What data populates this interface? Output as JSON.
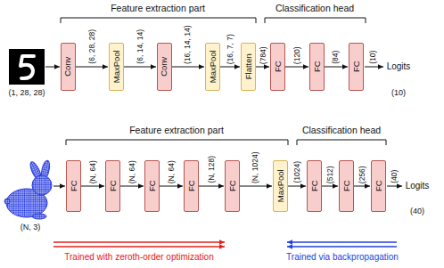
{
  "diagram": {
    "nodes": [
      {
        "text": [
          "Conv"
        ]
      },
      {
        "text": [
          "MaxPool"
        ]
      },
      {
        "text": [
          "Conv"
        ]
      },
      {
        "text": [
          "MaxPool"
        ]
      },
      {
        "text": [
          "Flatten"
        ]
      },
      {
        "text": [
          "FC"
        ]
      },
      {
        "text": [
          "FC"
        ]
      },
      {
        "text": [
          "FC"
        ]
      },
      {
        "text": [
          "FC"
        ]
      },
      {
        "text": [
          "FC"
        ]
      },
      {
        "text": [
          "FC"
        ]
      },
      {
        "text": [
          "FC"
        ]
      },
      {
        "text": [
          "FC"
        ]
      },
      {
        "text": [
          "MaxPool"
        ]
      },
      {
        "text": [
          "FC"
        ]
      },
      {
        "text": [
          "FC"
        ]
      },
      {
        "text": [
          "FC"
        ]
      }
    ],
    "edges": [
      {
        "from": 0,
        "to": 1,
        "arrow": "to",
        "label": "(6, 28, 28)"
      },
      {
        "from": 1,
        "to": 2,
        "arrow": "to",
        "label": "(6, 14, 14)"
      },
      {
        "from": 2,
        "to": 3,
        "arrow": "to",
        "label": "(16, 14, 14)"
      },
      {
        "from": 3,
        "to": 4,
        "arrow": "to",
        "label": "(16, 7, 7)"
      },
      {
        "from": 4,
        "to": 5,
        "arrow": "to",
        "label": "(784)"
      },
      {
        "from": 5,
        "to": 6,
        "arrow": "to",
        "label": "(120)"
      },
      {
        "from": 6,
        "to": 7,
        "arrow": "to",
        "label": "(84)"
      },
      {
        "from": 8,
        "to": 9,
        "arrow": "to",
        "label": "(N, 64)"
      },
      {
        "from": 9,
        "to": 10,
        "arrow": "to",
        "label": "(N, 64)"
      },
      {
        "from": 10,
        "to": 11,
        "arrow": "to",
        "label": "(N, 64)"
      },
      {
        "from": 11,
        "to": 12,
        "arrow": "to",
        "label": "(N, 128)"
      },
      {
        "from": 12,
        "to": 13,
        "arrow": "to",
        "label": "(N, 1024)"
      },
      {
        "from": 13,
        "to": 14,
        "arrow": "to",
        "label": "(1024)"
      },
      {
        "from": 14,
        "to": 15,
        "arrow": "to",
        "label": "(512)"
      },
      {
        "from": 15,
        "to": 16,
        "arrow": "to",
        "label": "(256)"
      }
    ],
    "labels": [
      "Feature extraction part",
      "Classification head",
      "(1, 28, 28)",
      "(10)",
      "Logits",
      "(10)",
      "Feature extraction part",
      "Classification head",
      "(N, 3)",
      "(40)",
      "Logits",
      "(40)",
      "Trained with zeroth-order optimization",
      "Trained via backpropagation"
    ]
  }
}
